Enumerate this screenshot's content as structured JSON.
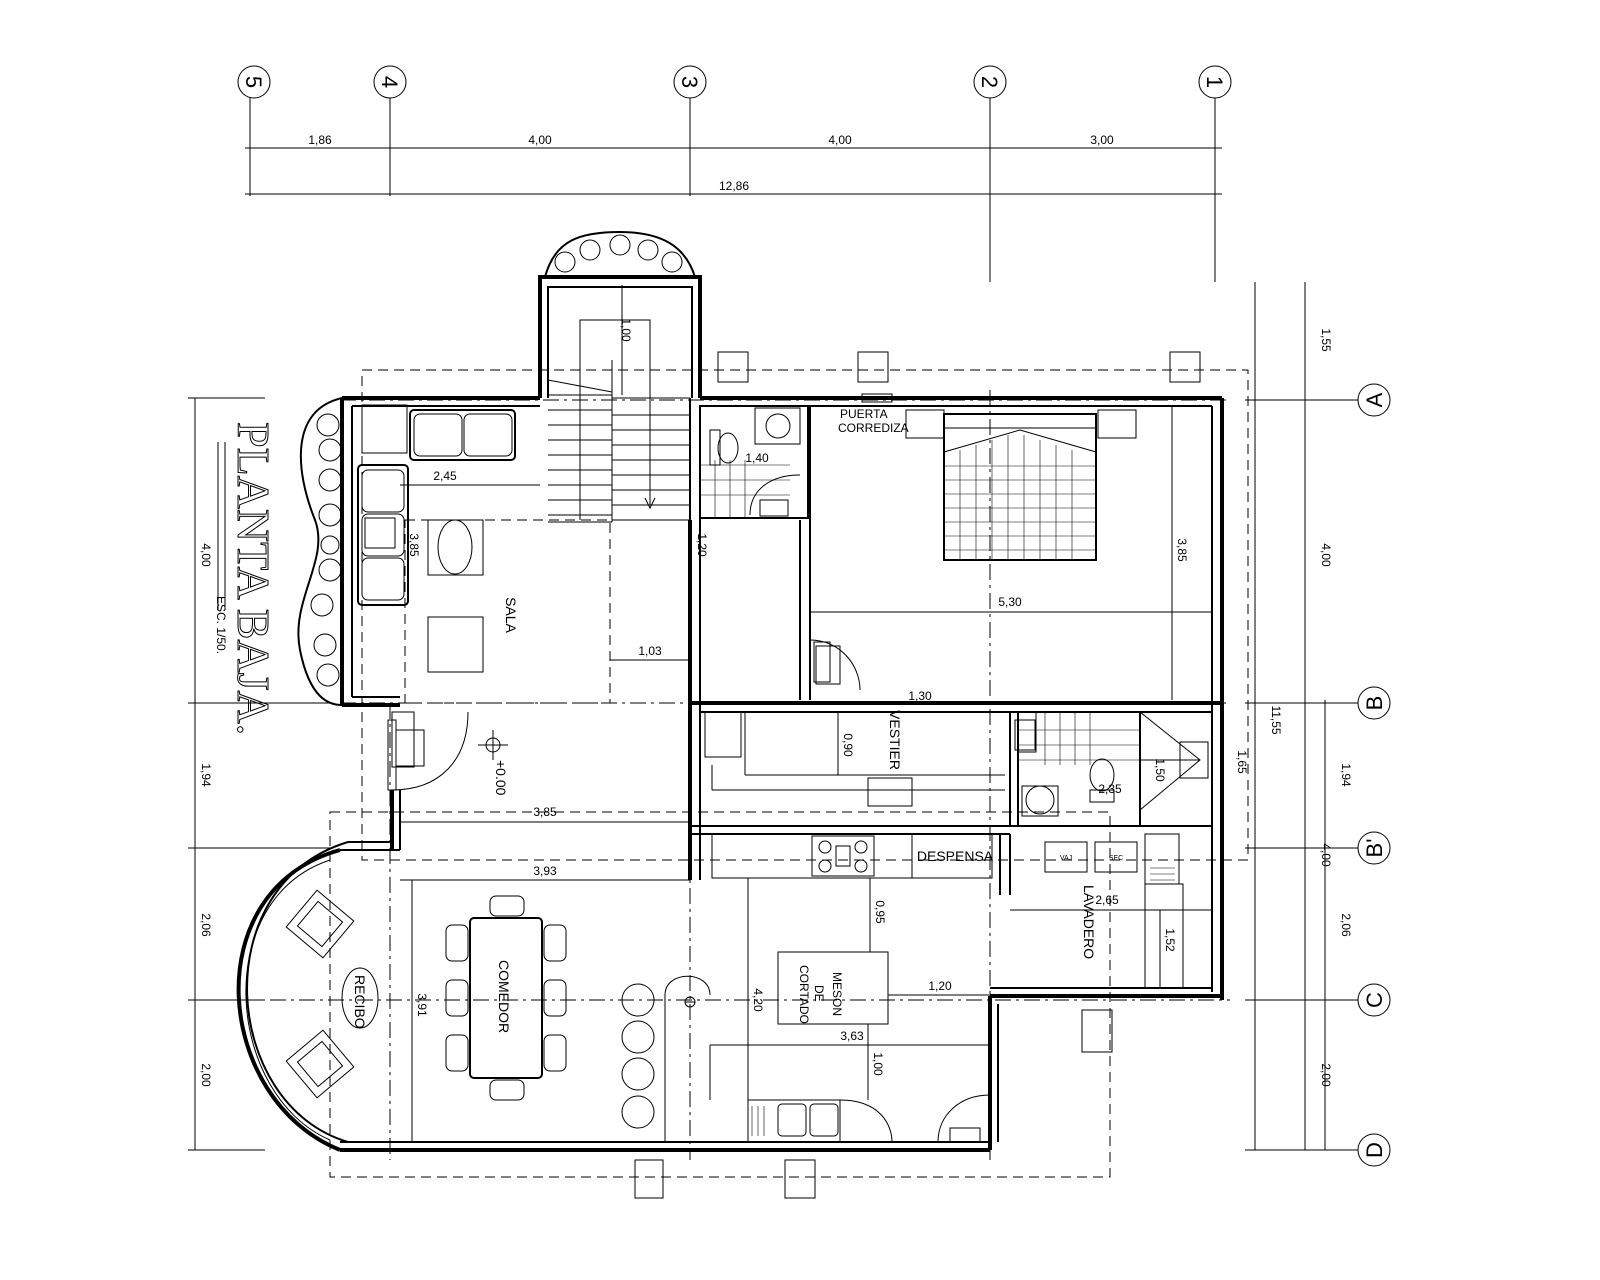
{
  "title": {
    "main": "PLANTA BAJA.",
    "scale": "ESC. 1/50."
  },
  "axes_top": [
    "5",
    "4",
    "3",
    "2",
    "1"
  ],
  "axes_right": [
    "A",
    "B",
    "B'",
    "C",
    "D"
  ],
  "dims_top": {
    "d1": "1,86",
    "d2": "4,00",
    "d3": "4,00",
    "d4": "3,00",
    "total": "12,86"
  },
  "dims_left": {
    "d1": "4,00",
    "d2": "1,94",
    "d3": "2,06",
    "d4": "2,00"
  },
  "dims_right": {
    "d1": "1,55",
    "d2": "4,00",
    "d3": "11,55",
    "d4": "1,94",
    "d5": "4,00",
    "d6": "2,06",
    "d7": "2,00",
    "d8": "1,65"
  },
  "dims_inner": {
    "stair": "1,00",
    "sala_w": "2,45",
    "sala_h": "3,85",
    "bath": "1,40",
    "hall": "1,20",
    "hall_w": "1,03",
    "bed_w": "5,30",
    "bed_h": "3,85",
    "vest_w": "1,30",
    "vest_h": "0,90",
    "bath2_h": "1,50",
    "bath2_w": "2,35",
    "din_w1": "3,85",
    "din_w2": "3,93",
    "din_h": "3,91",
    "kit_h": "4,20",
    "mes_gap": "0,95",
    "mes_w": "1,20",
    "kit_w": "3,63",
    "kit_g": "1,00",
    "lav_w": "2,65",
    "lav_h": "1,52"
  },
  "rooms": {
    "sala": "SALA",
    "vestier": "VESTIER",
    "despensa": "DESPENSA",
    "lavadero": "LAVADERO",
    "comedor": "COMEDOR",
    "recibo": "RECIBO",
    "meson": [
      "MESON",
      "DE",
      "CORTADO"
    ],
    "puerta": [
      "PUERTA",
      "CORREDIZA"
    ],
    "level": "+0.00",
    "vaj": "VAJ",
    "sec": "SEC"
  }
}
